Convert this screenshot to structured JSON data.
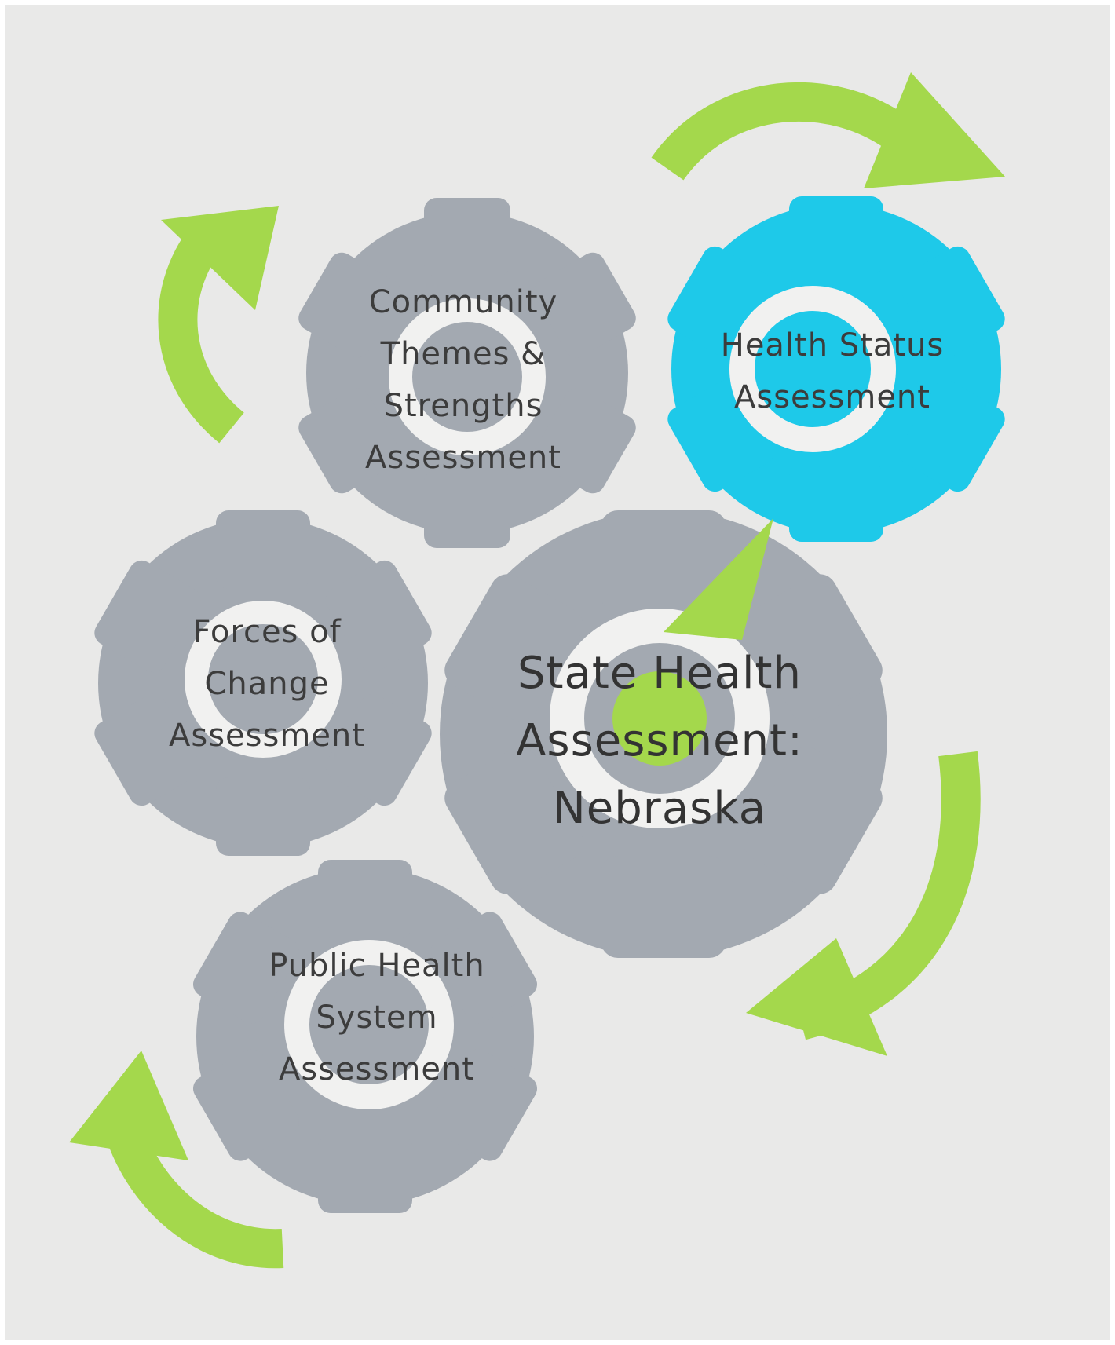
{
  "colors": {
    "background": "#e9e9e8",
    "frame": "#ffffff",
    "gear_gray": "#a3a9b1",
    "gear_blue": "#1ec9e9",
    "arrow_green": "#a4d84c",
    "hole_white": "#f1f1f0",
    "text": "#3c3c3c"
  },
  "gears": [
    {
      "id": "community",
      "color": "gray",
      "lines": [
        "Community",
        "Themes &",
        "Strengths",
        "Assessment"
      ]
    },
    {
      "id": "health-status",
      "color": "blue",
      "lines": [
        "Health Status",
        "Assessment"
      ]
    },
    {
      "id": "forces",
      "color": "gray",
      "lines": [
        "Forces of",
        "Change",
        "Assessment"
      ]
    },
    {
      "id": "state",
      "color": "gray",
      "lines": [
        "State Health",
        "Assessment:",
        "Nebraska"
      ]
    },
    {
      "id": "public-health",
      "color": "gray",
      "lines": [
        "Public Health",
        "System",
        "Assessment"
      ]
    }
  ],
  "arrows": [
    {
      "id": "top-left",
      "icon": "curved-arrow-up-icon"
    },
    {
      "id": "top-right",
      "icon": "curved-arrow-right-icon"
    },
    {
      "id": "right",
      "icon": "curved-arrow-down-left-icon"
    },
    {
      "id": "bottom-left",
      "icon": "curved-arrow-up-left-icon"
    }
  ]
}
